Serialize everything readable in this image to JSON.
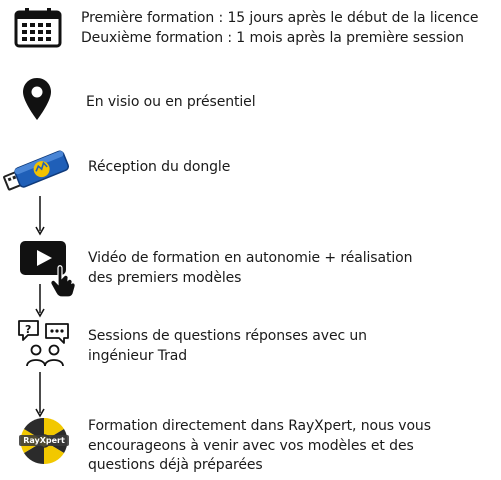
{
  "steps": [
    {
      "icon": "calendar-icon",
      "lines": [
        "Première formation : 15 jours après le début de la licence",
        "Deuxième formation : 1 mois après la première session"
      ]
    },
    {
      "icon": "location-pin-icon",
      "lines": [
        "En visio ou en présentiel"
      ]
    },
    {
      "icon": "usb-dongle-icon",
      "lines": [
        "Réception du dongle"
      ]
    },
    {
      "icon": "video-play-icon",
      "lines": [
        "Vidéo de formation en autonomie + réalisation",
        "des premiers modèles"
      ]
    },
    {
      "icon": "questions-people-icon",
      "lines": [
        "Sessions de questions réponses avec un",
        "ingénieur Trad"
      ]
    },
    {
      "icon": "rayxpert-logo-icon",
      "logo_text": "RayXpert",
      "lines": [
        "Formation directement dans RayXpert, nous vous",
        "encourageons à venir avec vos modèles et des",
        "questions déjà préparées"
      ]
    }
  ],
  "colors": {
    "text": "#1a1a1a",
    "icon_dark": "#111111",
    "dongle_blue": "#1f5fb8",
    "dongle_yellow": "#f2c200",
    "logo_yellow": "#f2c800"
  }
}
